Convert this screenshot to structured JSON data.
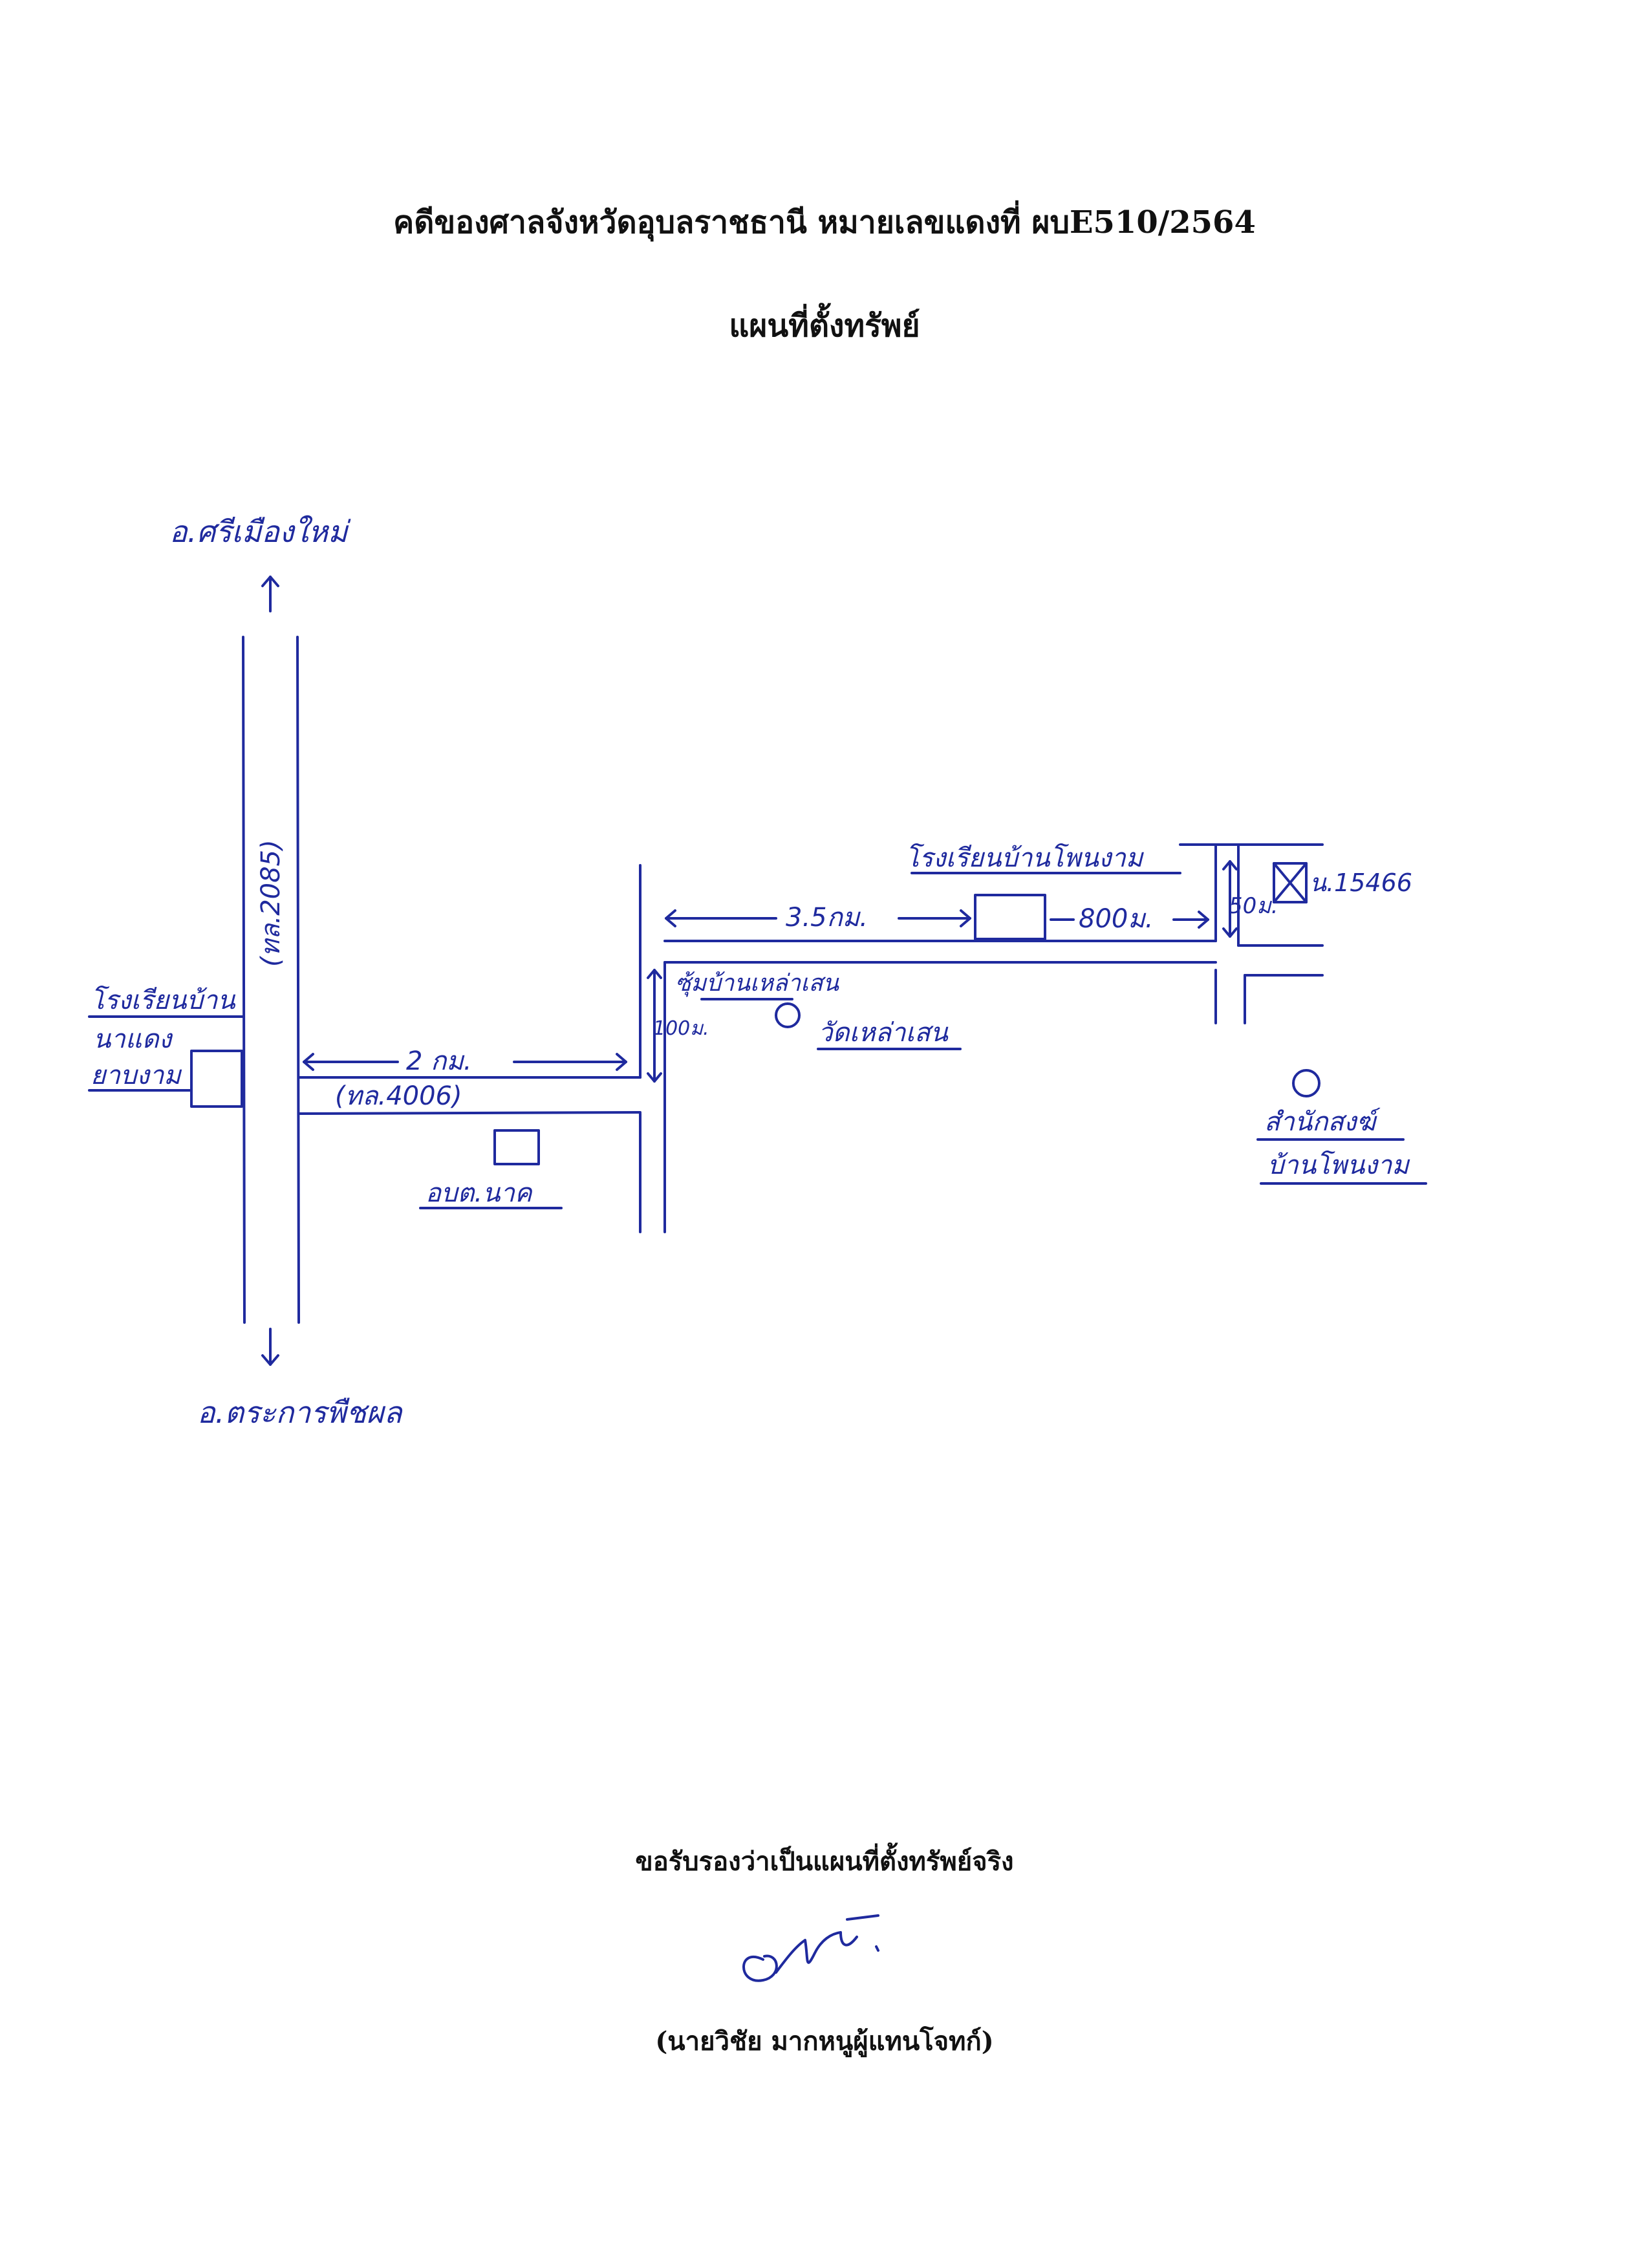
{
  "document": {
    "title": "คดีของศาลจังหวัดอุบลราชธานี หมายเลขแดงที่ ผบE510/2564",
    "subtitle": "แผนที่ตั้งทรัพย์",
    "certification": "ขอรับรองว่าเป็นแผนที่ตั้งทรัพย์จริง",
    "signer": "(นายวิชัย มากหนูผู้แทนโจทก์)"
  },
  "map_labels": {
    "north_district": "อ.ศรีเมืองใหม่",
    "south_district": "อ.ตระการพืชผล",
    "highway_vertical": "(ทล.2085)",
    "school_left_line1": "โรงเรียนบ้าน",
    "school_left_line2": "นาแดง",
    "school_left_line3": "ยาบงาม",
    "distance_2km": "2 กม.",
    "road_4006": "(ทล.4006)",
    "sao": "อบต.นาค",
    "village_sign": "ซุ้มบ้านเหล่าเสน",
    "distance_100m": "100ม.",
    "temple": "วัดเหล่าเสน",
    "school_right": "โรงเรียนบ้านโพนงาม",
    "distance_3_5km": "3.5กม.",
    "distance_800m": "800ม.",
    "distance_50m": "50ม.",
    "property": "น.15466",
    "coop_line1": "สำนักสงฆ์",
    "coop_line2": "บ้านโพนงาม"
  },
  "colors": {
    "ink": "#1f2a9e",
    "print": "#111111"
  }
}
